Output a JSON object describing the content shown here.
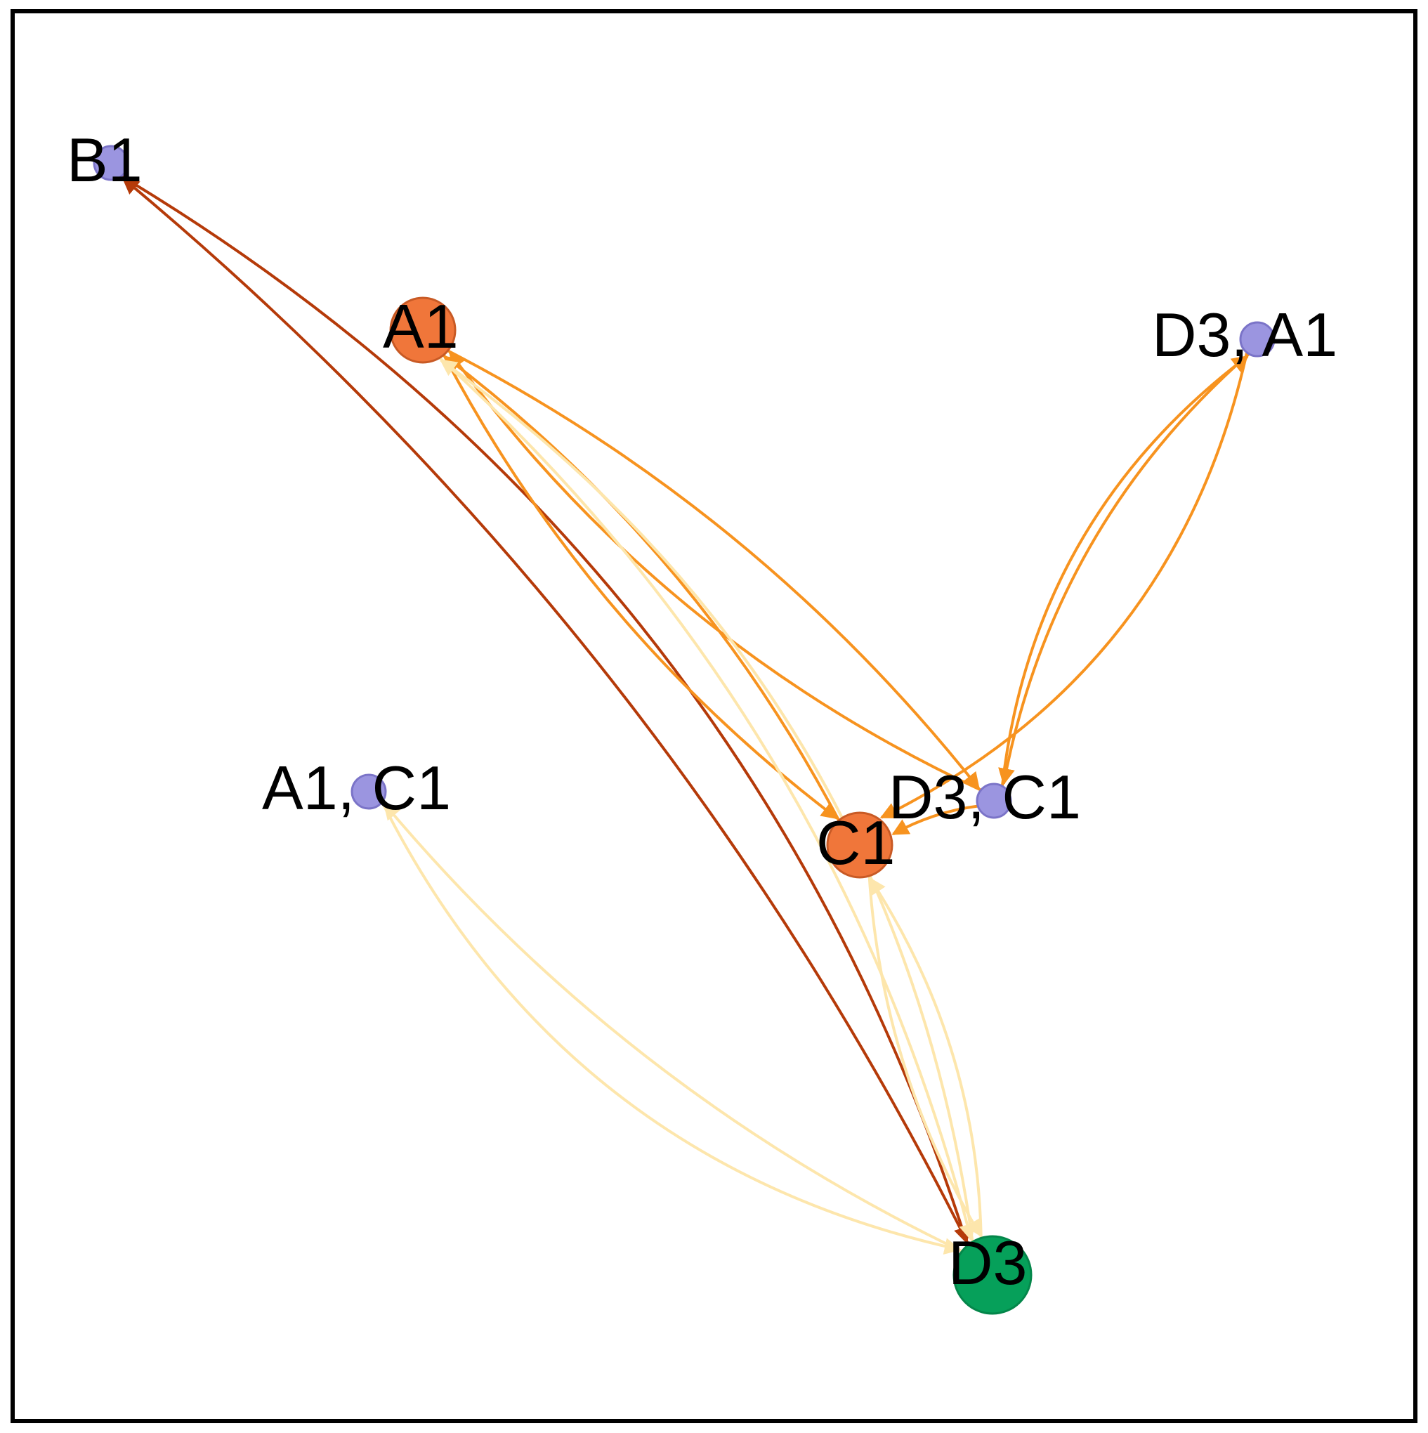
{
  "colors": {
    "background": "#ffffff",
    "frame": "#000000",
    "node_small": "#9b95e0",
    "node_small_stroke": "#7b74c8",
    "node_orange": "#f0763a",
    "node_orange_stroke": "#c85a25",
    "node_green": "#06a05a",
    "node_green_stroke": "#04864a",
    "edge_dark": "#b53a09",
    "edge_orange": "#f7931f",
    "edge_light": "#fde6ac"
  },
  "nodes": [
    {
      "id": "B1",
      "label": "B1",
      "kind": "small"
    },
    {
      "id": "A1",
      "label": "A1",
      "kind": "orange"
    },
    {
      "id": "D3A1",
      "label": "D3, A1",
      "kind": "small"
    },
    {
      "id": "A1C1",
      "label": "A1, C1",
      "kind": "small"
    },
    {
      "id": "D3C1",
      "label": "D3, C1",
      "kind": "small"
    },
    {
      "id": "C1",
      "label": "C1",
      "kind": "orange"
    },
    {
      "id": "D3",
      "label": "D3",
      "kind": "green"
    }
  ],
  "edges": [
    {
      "from": "B1",
      "to": "D3",
      "weight": "dark"
    },
    {
      "from": "D3",
      "to": "B1",
      "weight": "dark"
    },
    {
      "from": "A1",
      "to": "C1",
      "weight": "orange"
    },
    {
      "from": "A1",
      "to": "D3C1",
      "weight": "orange"
    },
    {
      "from": "C1",
      "to": "A1",
      "weight": "orange"
    },
    {
      "from": "D3C1",
      "to": "A1",
      "weight": "orange"
    },
    {
      "from": "D3C1",
      "to": "D3A1",
      "weight": "orange"
    },
    {
      "from": "D3A1",
      "to": "C1",
      "weight": "orange"
    },
    {
      "from": "D3A1",
      "to": "D3C1",
      "weight": "orange"
    },
    {
      "from": "D3C1",
      "to": "C1",
      "weight": "orange"
    },
    {
      "from": "A1",
      "to": "D3",
      "weight": "light"
    },
    {
      "from": "D3",
      "to": "A1",
      "weight": "light"
    },
    {
      "from": "A1C1",
      "to": "D3",
      "weight": "light"
    },
    {
      "from": "D3",
      "to": "A1C1",
      "weight": "light"
    },
    {
      "from": "C1",
      "to": "D3",
      "weight": "light"
    },
    {
      "from": "D3",
      "to": "C1",
      "weight": "light"
    }
  ]
}
